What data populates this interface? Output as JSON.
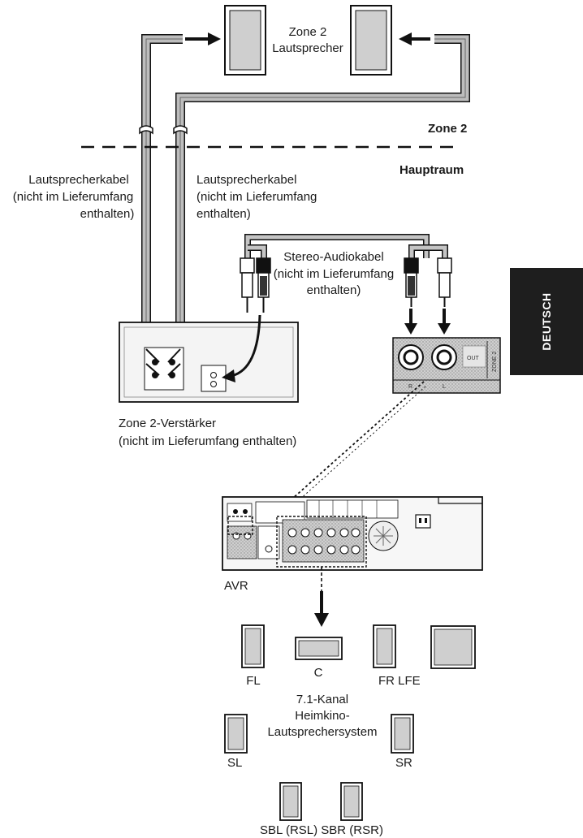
{
  "zone2": {
    "speakers_label_line1": "Zone 2",
    "speakers_label_line2": "Lautsprecher",
    "zone_label": "Zone 2",
    "main_room_label": "Hauptraum"
  },
  "speaker_cable_left": {
    "line1": "Lautsprecherkabel",
    "line2": "(nicht im Lieferumfang",
    "line3": "enthalten)"
  },
  "speaker_cable_right": {
    "line1": "Lautsprecherkabel",
    "line2": "(nicht im Lieferumfang",
    "line3": "enthalten)"
  },
  "stereo_cable": {
    "line1": "Stereo-Audiokabel",
    "line2": "(nicht im Lieferumfang",
    "line3": "enthalten)"
  },
  "amplifier": {
    "line1": "Zone 2-Verstärker",
    "line2": "(nicht im Lieferumfang enthalten)"
  },
  "avr_jack": {
    "out_label": "OUT",
    "zone_label": "ZONE 2",
    "right_label": "R",
    "left_label": "L"
  },
  "avr_label": "AVR",
  "home_theater": {
    "fl": "FL",
    "c": "C",
    "fr_lfe": "FR LFE",
    "sl": "SL",
    "sr": "SR",
    "sbl_sbr": "SBL (RSL) SBR (RSR)",
    "system_line1": "7.1-Kanal",
    "system_line2": "Heimkino-",
    "system_line3": "Lautsprechersystem"
  },
  "language_tab": "DEUTSCH"
}
